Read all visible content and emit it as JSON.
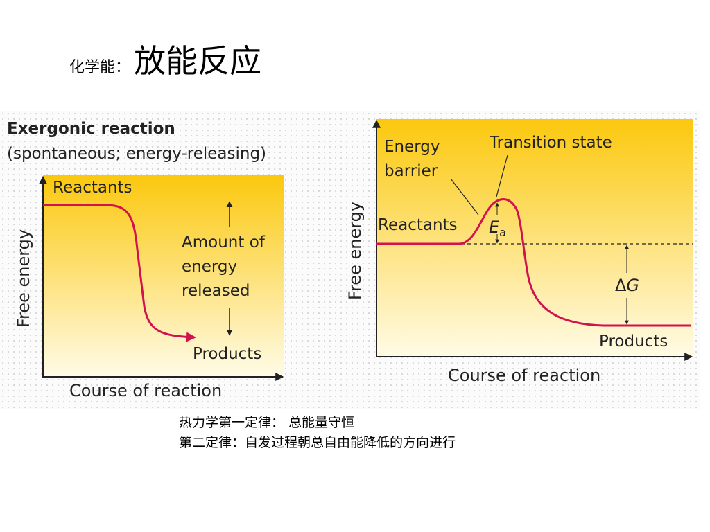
{
  "slide": {
    "title_prefix": "化学能：",
    "title_main": "放能反应",
    "caption_lines": [
      "热力学第一定律： 总能量守恒",
      "第二定律：自发过程朝总自由能降低的方向进行"
    ]
  },
  "left_diagram": {
    "heading": "Exergonic reaction",
    "subheading": "(spontaneous; energy-releasing)",
    "y_axis_label": "Free energy",
    "x_axis_label": "Course of reaction",
    "reactants_label": "Reactants",
    "products_label": "Products",
    "amount_label_lines": [
      "Amount of",
      "energy",
      "released"
    ]
  },
  "right_diagram": {
    "y_axis_label": "Free energy",
    "x_axis_label": "Course of reaction",
    "energy_barrier_lines": [
      "Energy",
      "barrier"
    ],
    "transition_state_label": "Transition state",
    "reactants_label": "Reactants",
    "products_label": "Products",
    "ea_symbol": "E",
    "ea_subscript": "a",
    "delta_symbol": "Δ",
    "g_symbol": "G"
  },
  "colors": {
    "curve": "#d2114f",
    "gradient_top": "#fbc80e",
    "gradient_bottom": "#fffbe6",
    "axis": "#222222"
  }
}
